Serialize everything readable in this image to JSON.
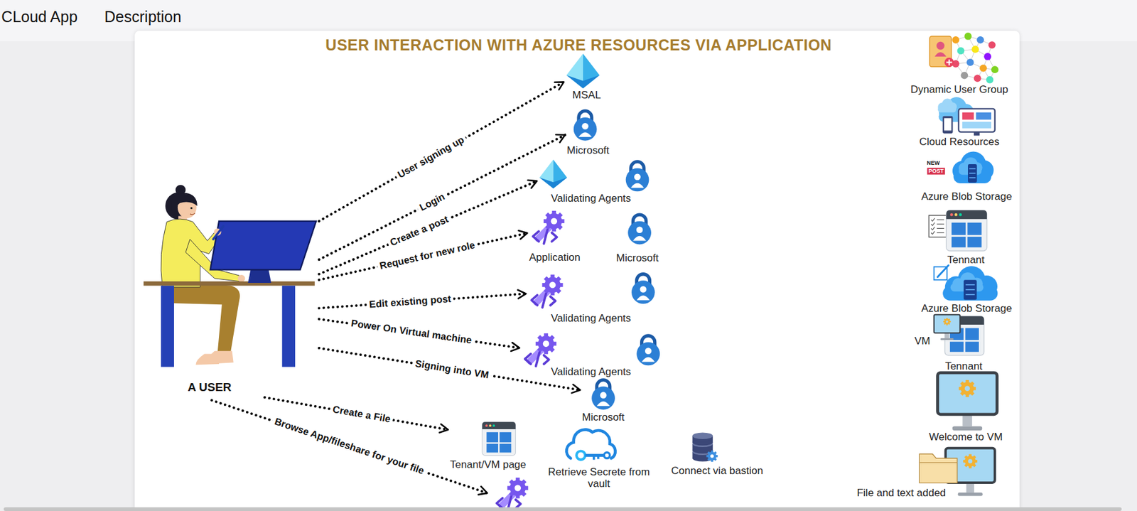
{
  "diagram": {
    "title": "USER INTERACTION WITH AZURE RESOURCES VIA APPLICATION",
    "nodes": [
      {
        "text": [
          "A USER"
        ]
      },
      {
        "text": [
          "MSAL"
        ]
      },
      {
        "text": [
          "Microsoft"
        ]
      },
      {
        "text": [
          "Validating Agents"
        ]
      },
      {
        "text": [
          "Application"
        ]
      },
      {
        "text": [
          "Microsoft"
        ]
      },
      {
        "text": [
          "Validating Agents"
        ]
      },
      {
        "text": [
          "Validating Agents"
        ]
      },
      {
        "text": [
          "Microsoft"
        ]
      },
      {
        "text": [
          "Tenant/VM page"
        ]
      },
      {
        "text": [
          "Retrieve Secrete from vault"
        ]
      },
      {
        "text": [
          "Connect via bastion"
        ]
      }
    ],
    "edges": [
      {
        "from": 0,
        "to": 1,
        "label": "User signing up",
        "arrow": "to"
      },
      {
        "from": 0,
        "to": 2,
        "label": "Login",
        "arrow": "to"
      },
      {
        "from": 0,
        "to": 3,
        "label": "Create a post",
        "arrow": "to"
      },
      {
        "from": 0,
        "to": 4,
        "label": "Request for new role",
        "arrow": "to"
      },
      {
        "from": 0,
        "to": 6,
        "label": "Edit existing post",
        "arrow": "to"
      },
      {
        "from": 0,
        "to": 7,
        "label": "Power On Virtual machine",
        "arrow": "to"
      },
      {
        "from": 0,
        "to": 8,
        "label": "Signing into VM",
        "arrow": "to"
      },
      {
        "from": 0,
        "to": 9,
        "label": "Create a File",
        "arrow": "to"
      }
    ],
    "labels": [
      "CLoud App",
      "Description",
      "Dynamic User Group",
      "Cloud Resources",
      "NEW",
      "POST",
      "Azure Blob Storage",
      "Tennant",
      "Azure Blob Storage",
      "VM",
      "Tennant",
      "Welcome to VM",
      "File and text added",
      "Browse App/fileshare for your file"
    ]
  }
}
